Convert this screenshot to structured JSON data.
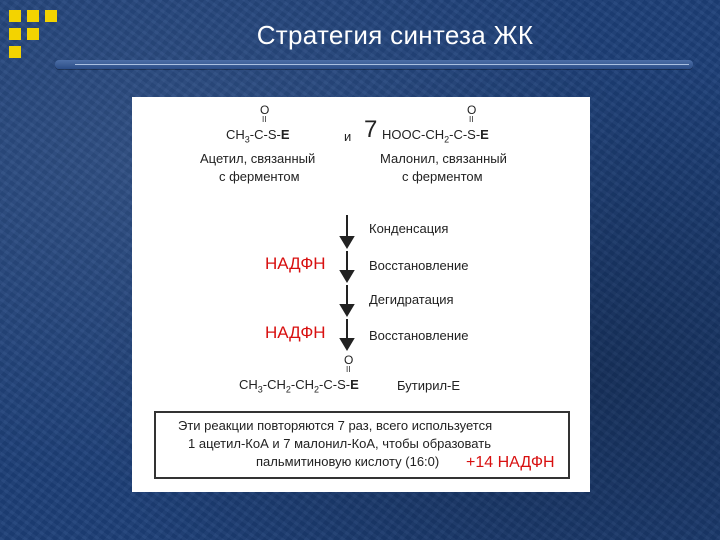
{
  "slide": {
    "title": "Стратегия синтеза ЖК"
  },
  "acetyl": {
    "oxygen": "O",
    "double_bond": "II",
    "formula_a": "CH",
    "sub3": "3",
    "formula_b": "-C-S-",
    "enzyme": "E",
    "caption_line1": "Ацетил, связанный",
    "caption_line2": "с ферментом"
  },
  "connector": "и",
  "malonyl": {
    "count": "7",
    "oxygen": "O",
    "double_bond": "II",
    "formula_a": "HOOC-CH",
    "sub2": "2",
    "formula_b": "-C-S-",
    "enzyme": "E",
    "caption_line1": "Малонил, связанный",
    "caption_line2": "с ферментом"
  },
  "steps": [
    {
      "label": "Конденсация",
      "cofactor": ""
    },
    {
      "label": "Восстановление",
      "cofactor": "НАДФН"
    },
    {
      "label": "Дегидратация",
      "cofactor": ""
    },
    {
      "label": "Восстановление",
      "cofactor": "НАДФН"
    }
  ],
  "butyryl": {
    "oxygen": "O",
    "double_bond": "II",
    "p1": "CH",
    "s1": "3",
    "p2": "-CH",
    "s2": "2",
    "p3": "-CH",
    "s3": "2",
    "p4": "-C-S-",
    "enzyme": "E",
    "name": "Бутирил-Е"
  },
  "summary": {
    "line1": "Эти реакции повторяются 7 раз, всего используется",
    "line2": "1 ацетил-КоА и 7 малонил-КоА, чтобы образовать",
    "line3": "пальмитиновую кислоту (16:0)",
    "nadph_total": "+14 НАДФН"
  },
  "colors": {
    "background": "#1d3f78",
    "accent_squares": "#f3d300",
    "highlight": "#d81010"
  }
}
